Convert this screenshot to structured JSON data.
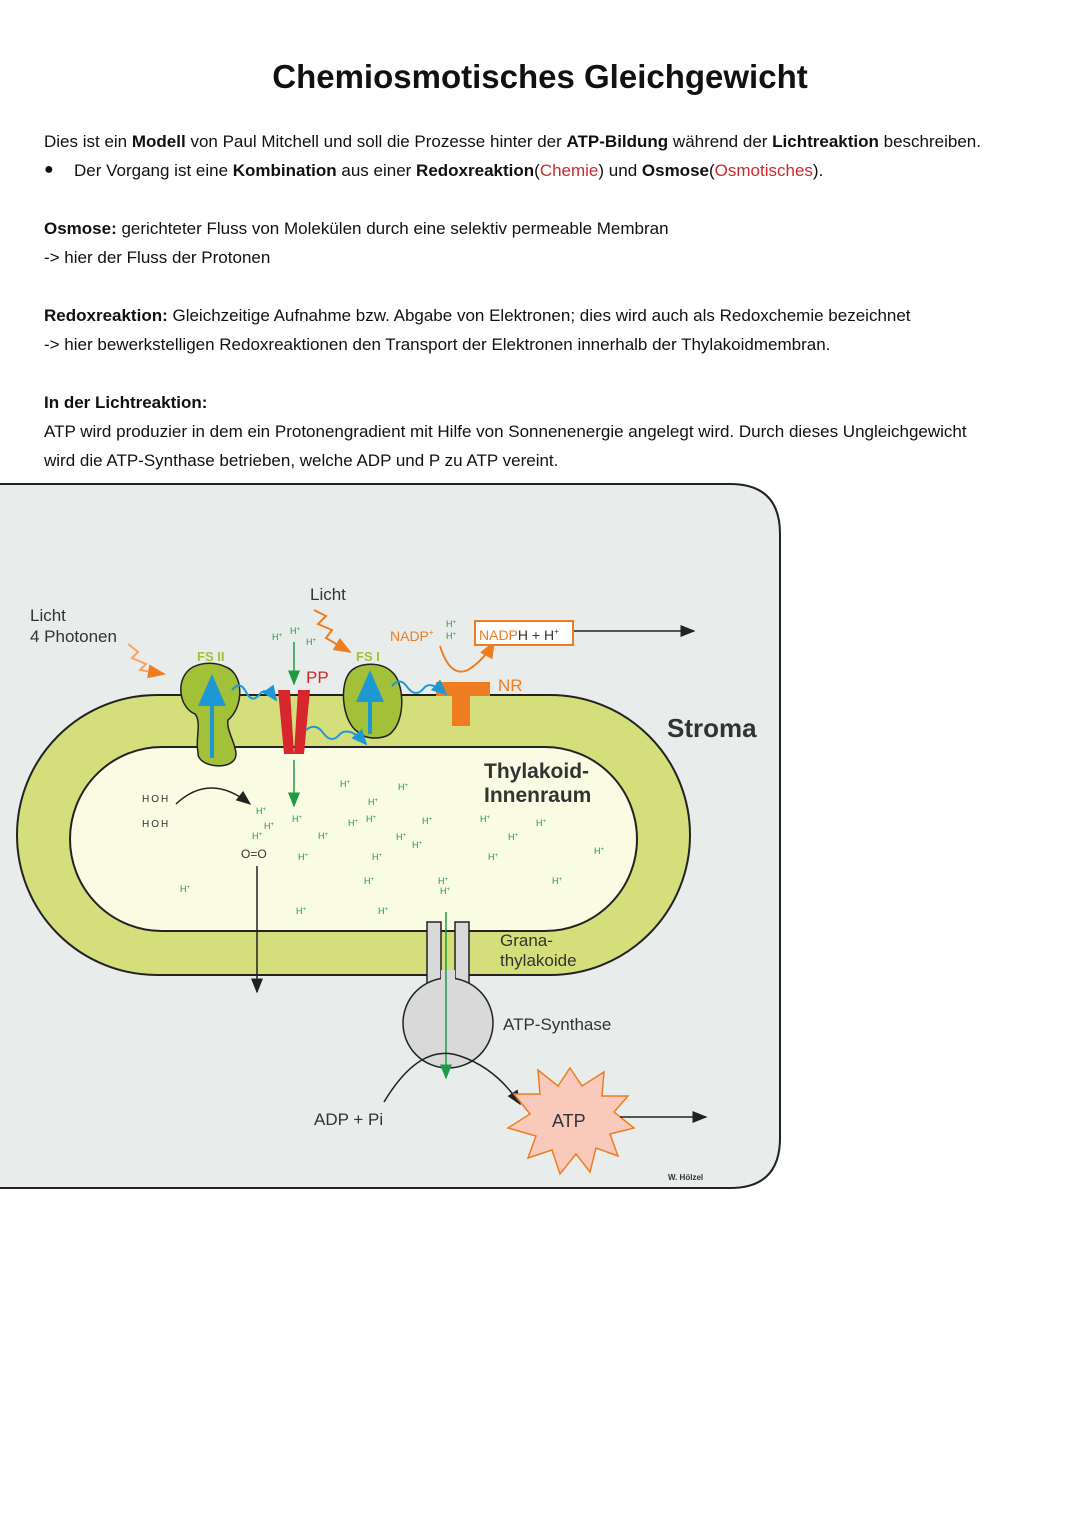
{
  "title": "Chemiosmotisches Gleichgewicht",
  "intro": {
    "p1": "Dies ist ein ",
    "b1": "Modell",
    "p2": " von Paul Mitchell und soll die Prozesse hinter der ",
    "b2": "ATP-Bildung",
    "p3": " während der ",
    "b3": "Lichtreaktion",
    "p4": " beschreiben."
  },
  "bullet": {
    "marker": "●",
    "p1": "Der Vorgang ist eine ",
    "b1": "Kombination",
    "p2": " aus einer ",
    "b2": "Redoxreaktion",
    "r1": "Chemie",
    "p3": " und ",
    "b3": "Osmose",
    "r2": "Osmotisches",
    "p4": ")."
  },
  "osmose": {
    "term": "Osmose:",
    "definition": " gerichteter Fluss von Molekülen durch eine selektiv permeable Membran",
    "note": "-> hier der Fluss der Protonen"
  },
  "redox": {
    "term": "Redoxreaktion:",
    "definition": " Gleichzeitige Aufnahme bzw. Abgabe von Elektronen; dies wird auch als Redoxchemie bezeichnet",
    "note": "-> hier bewerkstelligen Redoxreaktionen den Transport der Elektronen innerhalb der Thylakoidmembran."
  },
  "lichtreaktion": {
    "heading": "In der Lichtreaktion:",
    "line1": "ATP wird produzier in dem ein Protonengradient mit Hilfe von Sonnenenergie angelegt wird. Durch dieses Ungleichgewicht",
    "line2": "wird die ATP-Synthase betrieben, welche ADP und P zu ATP vereint."
  },
  "diagram": {
    "licht_left_1": "Licht",
    "licht_left_2": "4 Photonen",
    "licht_top": "Licht",
    "fs2": "FS II",
    "fs1": "FS I",
    "pp": "PP",
    "nadp": "NADP",
    "nadph_left": "NADP",
    "nadph_right": "H + H",
    "nr": "NR",
    "stroma": "Stroma",
    "lumen_1": "Thylakoid-",
    "lumen_2": "Innenraum",
    "grana_1": "Grana-",
    "grana_2": "thylakoide",
    "atp_synthase": "ATP-Synthase",
    "adp": "ADP + Pi",
    "atp": "ATP",
    "water": "O",
    "oxygen": "O=O",
    "proton": "H",
    "plus": "+",
    "credit": "W. Hölzel",
    "colors": {
      "panel": "#e8ecea",
      "membrane": "#d4df7c",
      "lumen": "#fafbe3",
      "photosystem": "#a3c039",
      "pp_red": "#d7262e",
      "nr_orange": "#ee7d22",
      "electron_blue": "#1e98d2",
      "proton_green": "#1f9a45",
      "atp_pink": "#f9c9bc"
    }
  }
}
